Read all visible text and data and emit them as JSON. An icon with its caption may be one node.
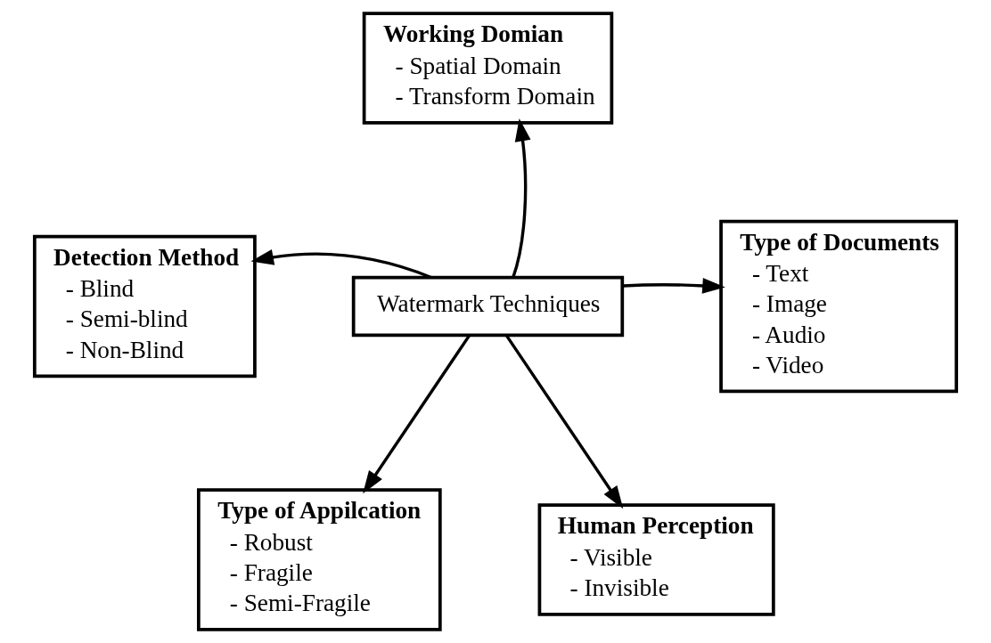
{
  "diagram": {
    "nodes": [
      {
        "text": [
          "Working Domian",
          "- Spatial Domain",
          "- Transform Domain"
        ]
      },
      {
        "text": [
          "Detection Method",
          "- Blind",
          "- Semi-blind",
          "- Non-Blind"
        ]
      },
      {
        "text": [
          "Watermark Techniques"
        ]
      },
      {
        "text": [
          "Type of Documents",
          "- Text",
          "- Image",
          "- Audio",
          "- Video"
        ]
      },
      {
        "text": [
          "Type of Appilcation",
          "- Robust",
          "- Fragile",
          "- Semi-Fragile"
        ]
      },
      {
        "text": [
          "Human Perception",
          "- Visible",
          "- Invisible"
        ]
      }
    ],
    "edges": [
      {
        "from": 2,
        "to": 0,
        "arrow": "to"
      },
      {
        "from": 2,
        "to": 1,
        "arrow": "to"
      },
      {
        "from": 2,
        "to": 3,
        "arrow": "to"
      },
      {
        "from": 2,
        "to": 4,
        "arrow": "to"
      },
      {
        "from": 2,
        "to": 5,
        "arrow": "to"
      }
    ]
  }
}
